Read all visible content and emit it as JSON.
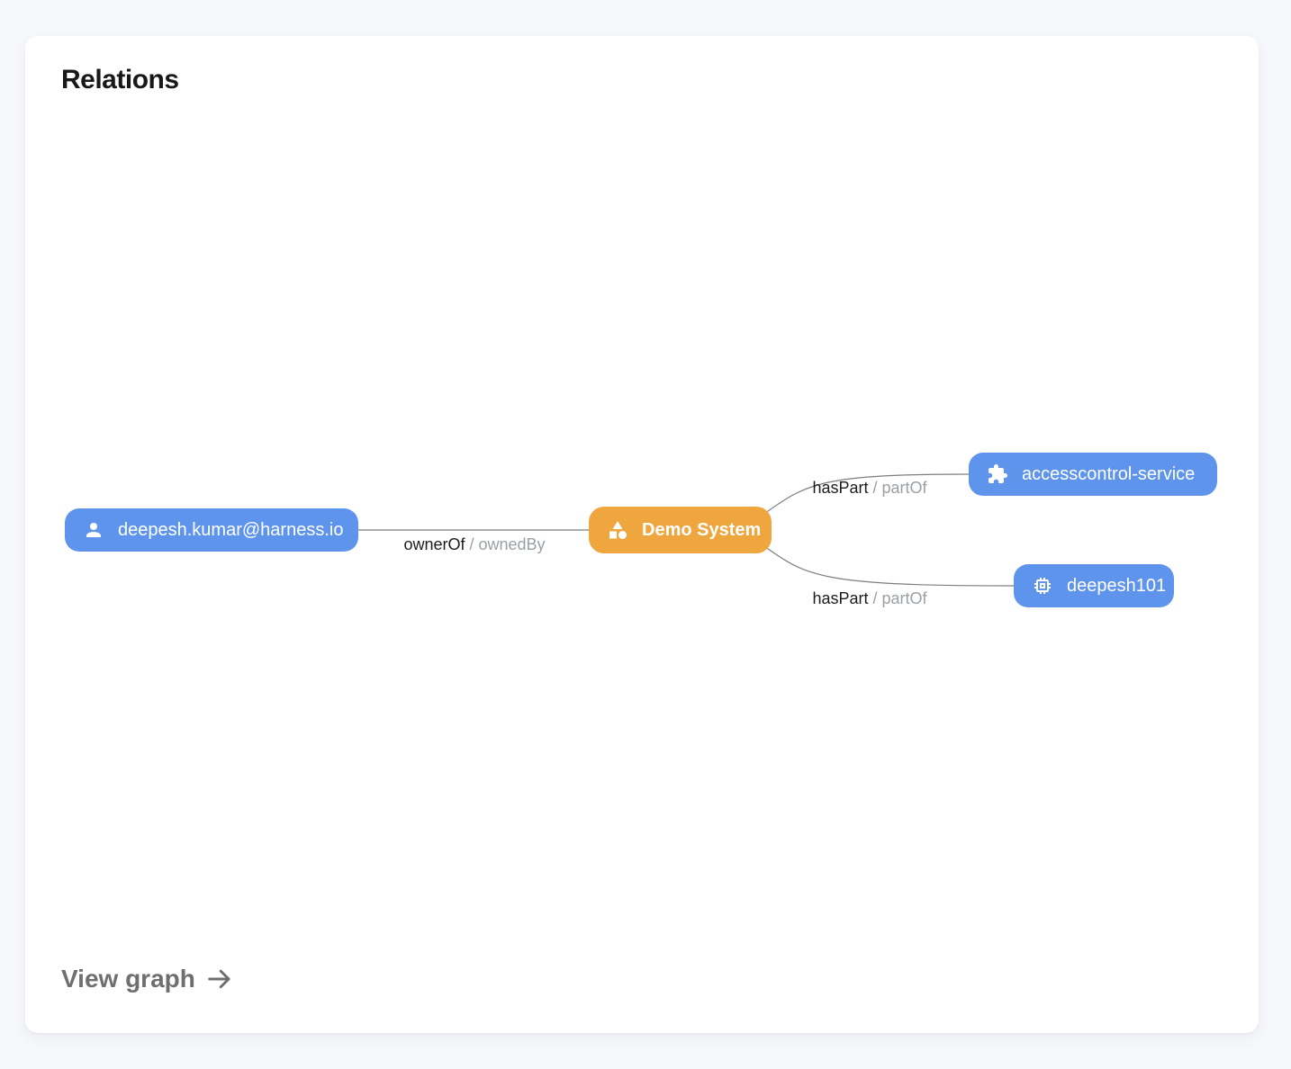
{
  "card": {
    "title": "Relations",
    "view_graph_label": "View graph"
  },
  "graph": {
    "nodes": [
      {
        "id": "user",
        "label": "deepesh.kumar@harness.io",
        "icon": "person-icon",
        "color": "#5F94EC"
      },
      {
        "id": "system",
        "label": "Demo System",
        "icon": "category-icon",
        "color": "#EFA63E"
      },
      {
        "id": "service",
        "label": "accesscontrol-service",
        "icon": "extension-icon",
        "color": "#5F94EC"
      },
      {
        "id": "component",
        "label": "deepesh101",
        "icon": "memory-icon",
        "color": "#5F94EC"
      }
    ],
    "edges": [
      {
        "from": "user",
        "to": "system",
        "label_primary": "ownerOf",
        "label_secondary": "/ ownedBy"
      },
      {
        "from": "system",
        "to": "service",
        "label_primary": "hasPart",
        "label_secondary": "/ partOf"
      },
      {
        "from": "system",
        "to": "component",
        "label_primary": "hasPart",
        "label_secondary": "/ partOf"
      }
    ],
    "edge_line_color": "#7d7d7d",
    "label_primary_color": "#1c1c1c",
    "label_secondary_color": "#9aa0a6"
  }
}
